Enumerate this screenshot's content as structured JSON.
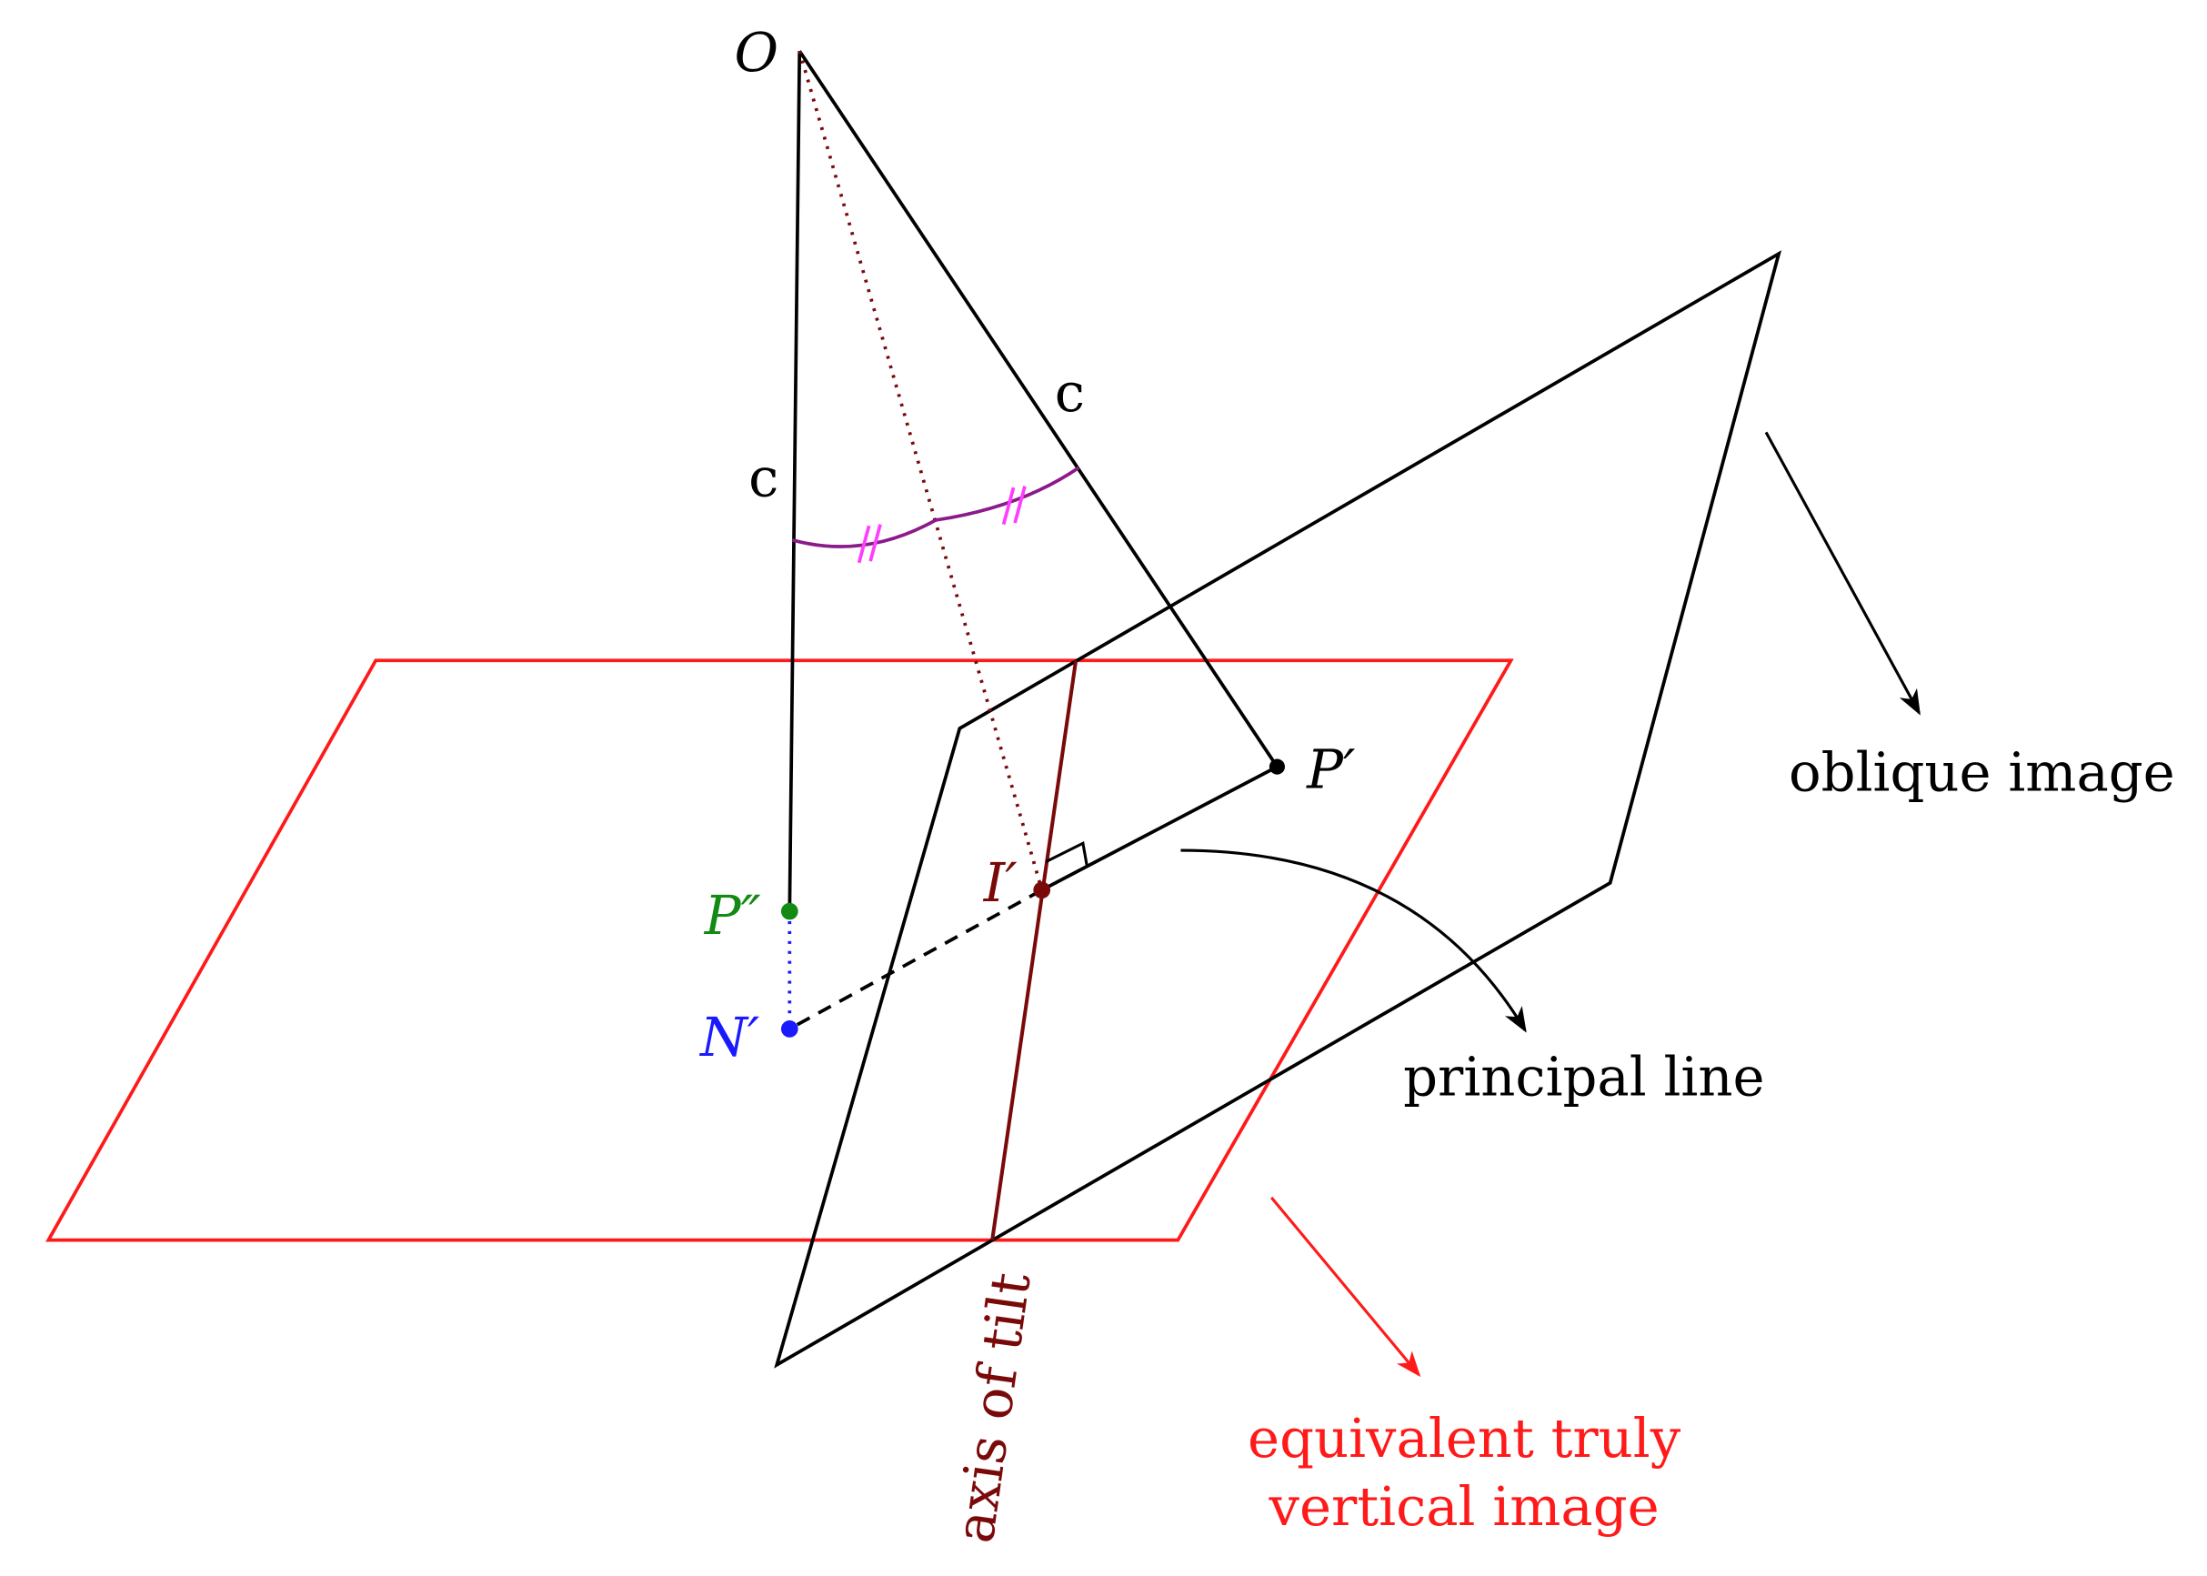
{
  "labels": {
    "O": "O",
    "c_left": "c",
    "c_right": "c",
    "P_prime": "P′",
    "P_double_prime": "P″",
    "N_prime": "N′",
    "I_prime": "I′",
    "oblique_image": "oblique image",
    "principal_line": "principal line",
    "axis_of_tilt": "axis of tilt",
    "equivalent_line1": "equivalent truly",
    "equivalent_line2": "vertical image",
    "tick_marks": "//"
  },
  "colors": {
    "black": "#000000",
    "red": "#ff1a1a",
    "dark_red": "#7a0a0a",
    "green": "#138a13",
    "blue": "#1a1aff",
    "magenta": "#ff3dff",
    "purple": "#8b1a8b"
  }
}
